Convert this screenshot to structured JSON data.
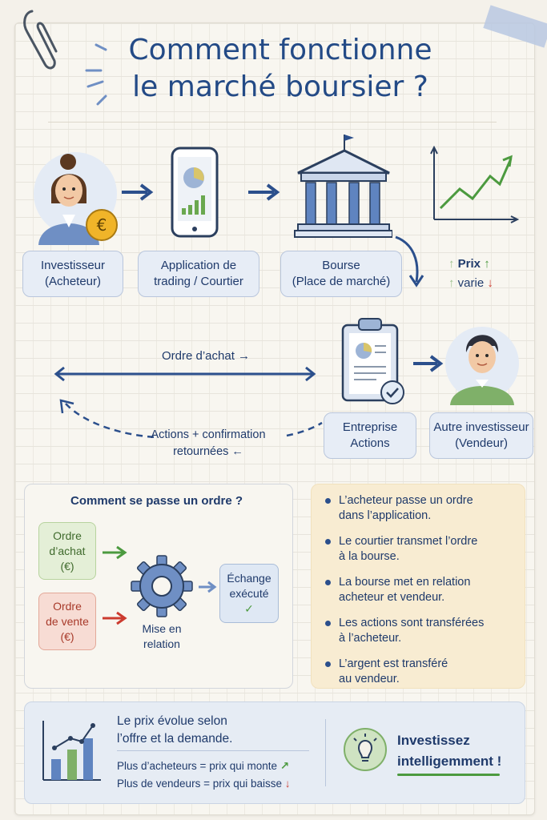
{
  "title": {
    "line1": "Comment fonctionne",
    "line2": "le marché boursier ?"
  },
  "flow": {
    "investor": {
      "line1": "Investisseur",
      "line2": "(Acheteur)"
    },
    "app": {
      "line1": "Application de",
      "line2": "trading / Courtier"
    },
    "exchange": {
      "line1": "Bourse",
      "line2": "(Place de marché)"
    },
    "price": {
      "line1": "Prix",
      "line2": "varie"
    },
    "buy_order": "Ordre d’achat →",
    "return_line1": "Actions + confirmation",
    "return_line2": "retournées ←",
    "company": {
      "line1": "Entreprise",
      "line2": "Actions"
    },
    "seller": {
      "line1": "Autre investisseur",
      "line2": "(Vendeur)"
    }
  },
  "order_panel": {
    "title": "Comment se passe un ordre ?",
    "buy": {
      "line1": "Ordre",
      "line2": "d’achat",
      "line3": "(€)"
    },
    "sell": {
      "line1": "Ordre",
      "line2": "de vente",
      "line3": "(€)"
    },
    "matching": {
      "line1": "Mise en",
      "line2": "relation"
    },
    "executed": {
      "line1": "Échange",
      "line2": "exécuté"
    }
  },
  "steps": [
    {
      "line1": "L’acheteur passe un ordre",
      "line2": "dans l’application."
    },
    {
      "line1": "Le courtier transmet l’ordre",
      "line2": "à la bourse."
    },
    {
      "line1": "La bourse met en relation",
      "line2": "acheteur et vendeur."
    },
    {
      "line1": "Les actions sont transférées",
      "line2": "à l’acheteur."
    },
    {
      "line1": "L’argent est transféré",
      "line2": "au vendeur."
    }
  ],
  "bottom": {
    "price_line1": "Le prix évolue selon",
    "price_line2": "l’offre et la demande.",
    "more_buyers": "Plus d’acheteurs = prix qui monte",
    "more_sellers": "Plus de vendeurs = prix qui baisse",
    "cta_line1": "Investissez",
    "cta_line2": "intelligemment !"
  },
  "colors": {
    "navy": "#1f3a6b",
    "arrow_blue": "#2b4f8c",
    "green": "#4c9a3f",
    "red": "#cc3b2f",
    "coin": "#f0b429",
    "panel_yellow": "#f8ecd2",
    "panel_blue": "#e6ecf4"
  },
  "icons": [
    "paperclip-icon",
    "tape-icon",
    "investor-icon",
    "euro-coin-icon",
    "smartphone-icon",
    "bank-building-icon",
    "rising-chart-icon",
    "clipboard-icon",
    "check-icon",
    "seller-icon",
    "gear-icon",
    "bar-chart-icon",
    "lightbulb-icon"
  ]
}
